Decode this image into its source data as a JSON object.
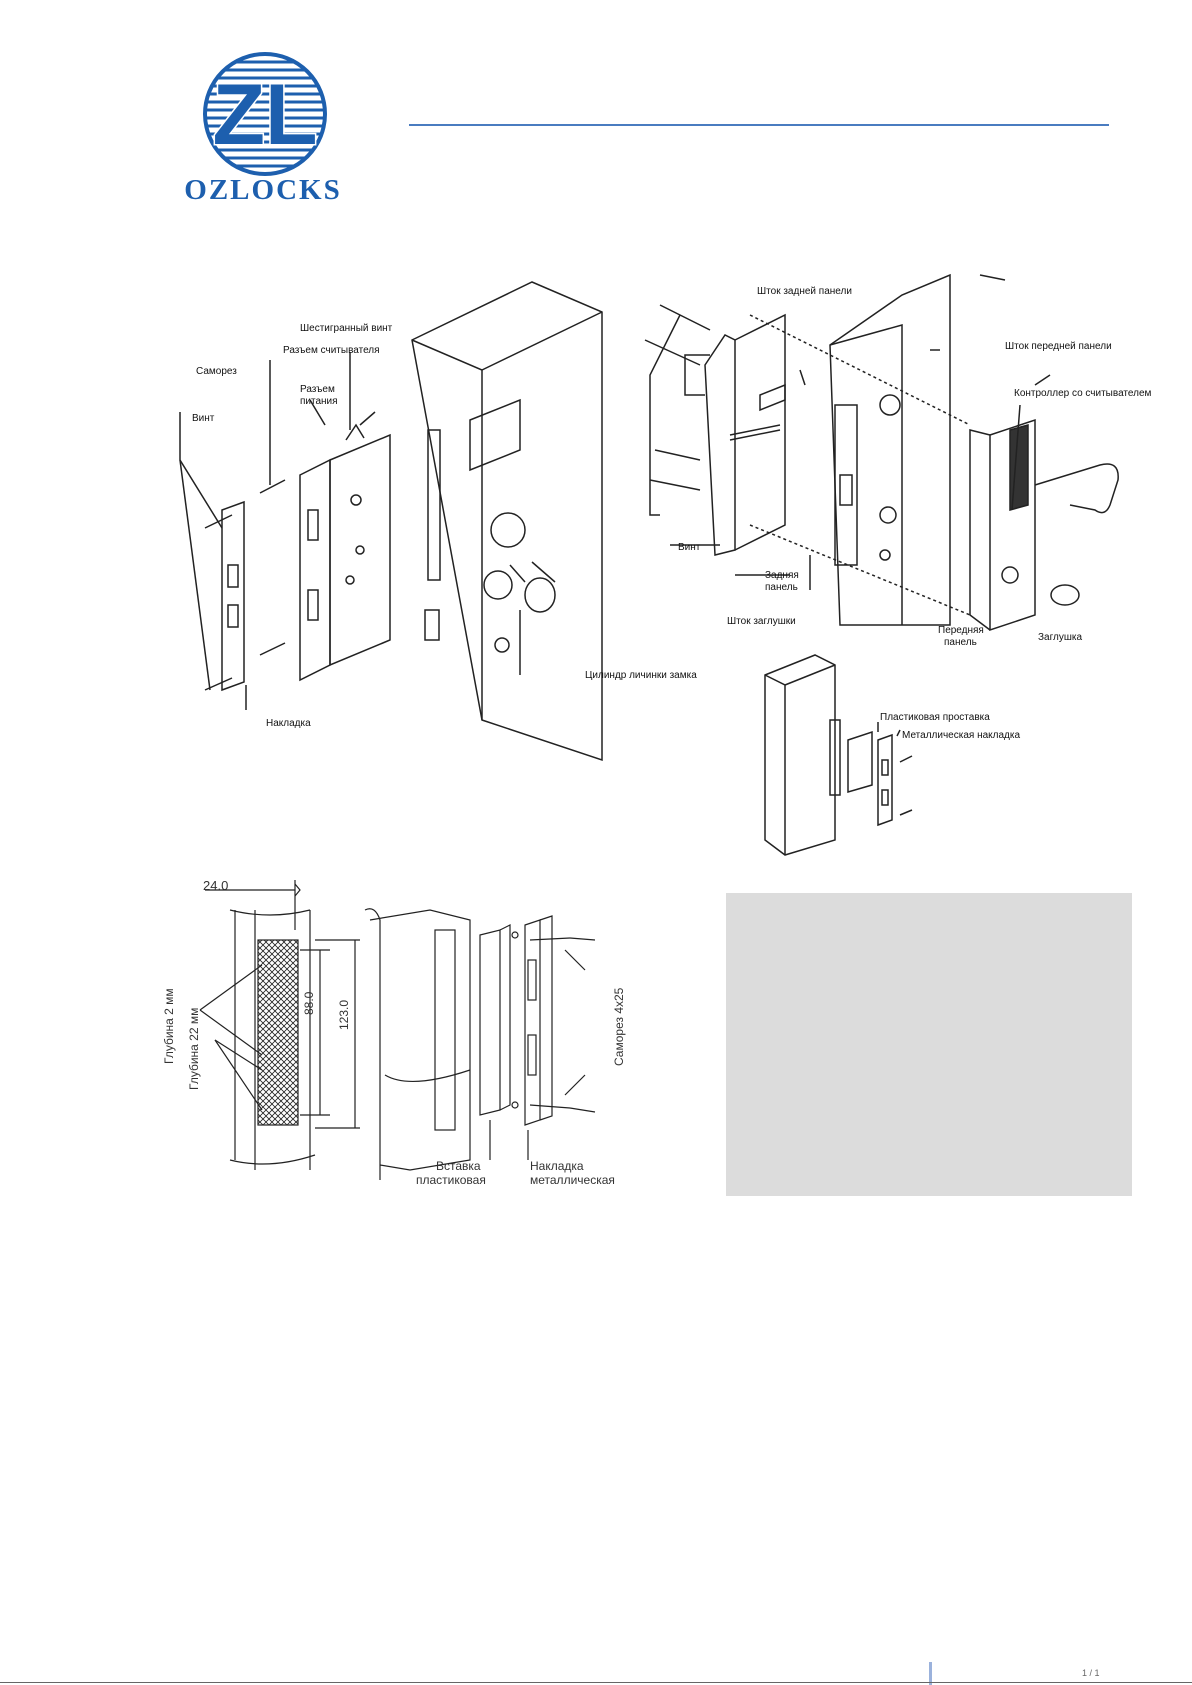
{
  "brand": {
    "logo_letters": "ZL",
    "name": "OZLOCKS"
  },
  "colors": {
    "brand_blue": "#1d5fae",
    "rule_blue": "#4a7cc0",
    "note_box": "#dcdcdc"
  },
  "diagram_mortise": {
    "labels": {
      "hex_screw": "Шестигранный винт",
      "reader_connector": "Разъем считывателя",
      "self_tapper": "Саморез",
      "power_connector_line1": "Разъем",
      "power_connector_line2": "питания",
      "screw": "Винт",
      "faceplate": "Накладка",
      "cylinder": "Цилиндр личинки замка"
    }
  },
  "diagram_handles": {
    "labels": {
      "back_panel_rod": "Шток задней панели",
      "front_panel_rod": "Шток передней панели",
      "controller_reader": "Контроллер со считывателем",
      "screw": "Винт",
      "back_panel_line1": "Задняя",
      "back_panel_line2": "панель",
      "plug_rod": "Шток заглушки",
      "front_panel_line1": "Передняя",
      "front_panel_line2": "панель",
      "plug": "Заглушка"
    }
  },
  "diagram_strike": {
    "labels": {
      "plastic_insert": "Пластиковая проставка",
      "metal_plate": "Металлическая накладка"
    }
  },
  "diagram_dimensions": {
    "dim_width": "24.0",
    "dim_inner": "88.0",
    "dim_outer": "123.0",
    "depth_2": "Глубина 2 мм",
    "depth_22": "Глубина 22 мм",
    "self_tapper_size": "Саморез 4х25",
    "insert_line1": "Вставка",
    "insert_line2": "пластиковая",
    "plate_line1": "Накладка",
    "plate_line2": "металлическая"
  },
  "footer": {
    "page_mark": "1 / 1"
  }
}
